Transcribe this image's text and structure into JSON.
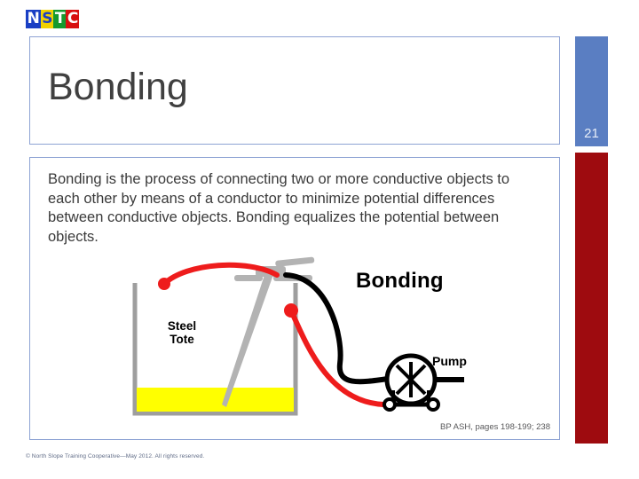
{
  "logo": {
    "name": "nstc-logo",
    "letters": [
      {
        "char": "N",
        "color": "#1a3fc4"
      },
      {
        "char": "S",
        "color": "#f2d200"
      },
      {
        "char": "T",
        "color": "#159a2e"
      },
      {
        "char": "C",
        "color": "#d81010"
      }
    ]
  },
  "slide": {
    "title": "Bonding",
    "page_number": "21",
    "body_text": "Bonding is the process of connecting two or more conductive objects to each other by means of a conductor to minimize potential differences between conductive objects. Bonding equalizes the potential between objects.",
    "source_note": "BP ASH, pages 198-199; 238",
    "copyright": "© North Slope Training Cooperative—May 2012. All rights reserved."
  },
  "diagram": {
    "title_label": "Bonding",
    "tote_label_line1": "Steel",
    "tote_label_line2": "Tote",
    "pump_label": "Pump",
    "colors": {
      "bond_wire_red": "#ee1c1c",
      "ground_wire_black": "#000000",
      "tote_outline_gray": "#9e9e9e",
      "liquid_yellow": "#ffff00",
      "nozzle_gray": "#b3b3b3"
    }
  },
  "theme": {
    "accent_blue": "#5a7ec2",
    "accent_red": "#9e0b0f",
    "box_border": "#8ea3d4",
    "title_text_color": "#404040",
    "body_text_color": "#3a3a3a"
  }
}
